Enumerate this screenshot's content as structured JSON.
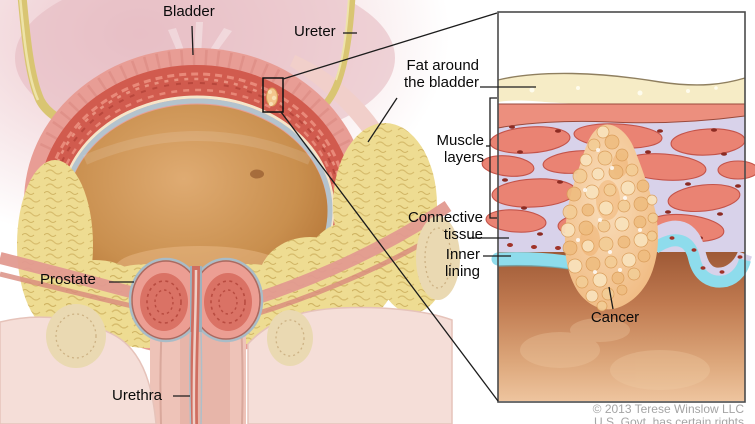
{
  "labels": {
    "bladder": "Bladder",
    "ureter": "Ureter",
    "fat_around_bladder": "Fat around\nthe bladder",
    "muscle_layers": "Muscle\nlayers",
    "connective_tissue": "Connective\ntissue",
    "inner_lining": "Inner\nlining",
    "cancer": "Cancer",
    "prostate": "Prostate",
    "urethra": "Urethra"
  },
  "credit": {
    "line1": "© 2013 Terese Winslow LLC",
    "line2": "U.S. Govt. has certain rights"
  },
  "colors": {
    "fat": "#eedc92",
    "muscle": "#d15b4e",
    "connective_tissue": "#d8d2ea",
    "inner_lining": "#8edcec",
    "tumor": "#f3c78f",
    "bladder_interior": "#c98f4e",
    "background_blush": "#ecc9ce"
  }
}
